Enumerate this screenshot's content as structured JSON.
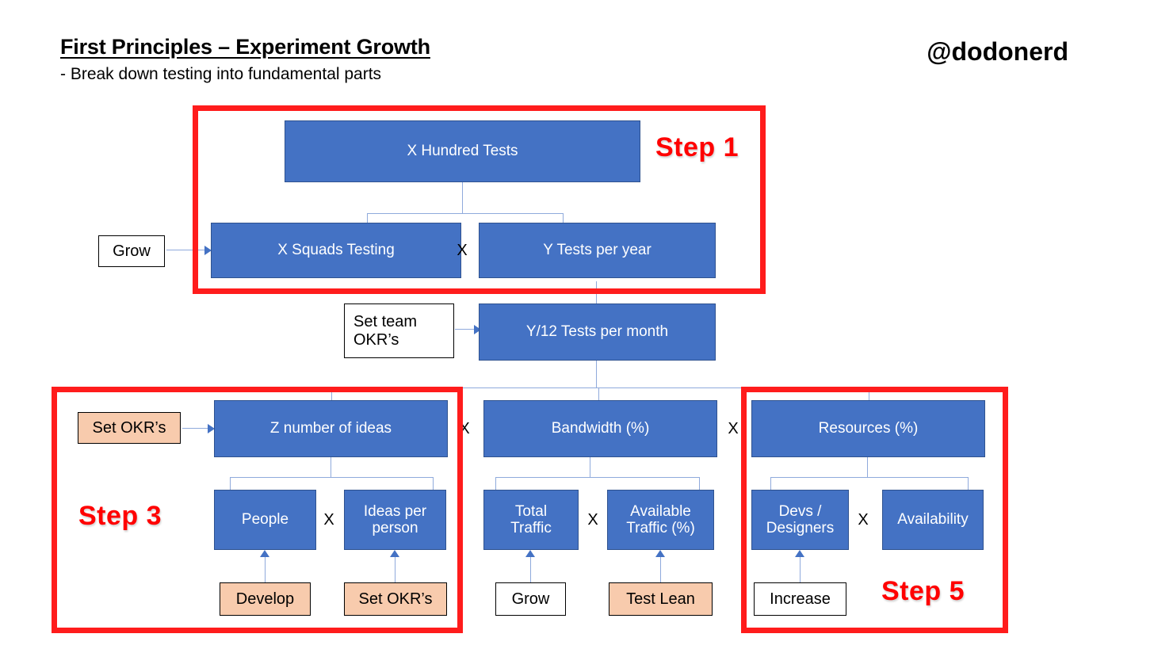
{
  "header": {
    "title": "First Principles – Experiment Growth",
    "subtitle": "- Break down testing into fundamental parts",
    "handle": "@dodonerd"
  },
  "colors": {
    "node_blue": "#4472C4",
    "node_blue_border": "#2F528F",
    "node_peach": "#F8CBAD",
    "node_white": "#FFFFFF",
    "connector": "#8FAADC",
    "highlight_red": "#FF1C1C",
    "step_label_red": "#FF0000"
  },
  "nodes": {
    "root": "X Hundred Tests",
    "squads": "X Squads Testing",
    "tests_per_year": "Y Tests per year",
    "tests_per_month": "Y/12 Tests per month",
    "ideas": "Z number of ideas",
    "bandwidth": "Bandwidth (%)",
    "resources": "Resources (%)",
    "people": "People",
    "ideas_per_person": "Ideas per\nperson",
    "total_traffic": "Total\nTraffic",
    "available_traffic": "Available\nTraffic (%)",
    "devs_designers": "Devs /\nDesigners",
    "availability": "Availability"
  },
  "actions": {
    "grow_squads": "Grow",
    "set_team_okrs": "Set team\nOKR’s",
    "set_okrs_ideas": "Set OKR’s",
    "develop_people": "Develop",
    "set_okrs_ideas_per_person": "Set OKR’s",
    "grow_traffic": "Grow",
    "test_lean": "Test Lean",
    "increase_devs": "Increase"
  },
  "operators": {
    "mult_top": "X",
    "mult_ideas": "X",
    "mult_bandwidth": "X",
    "mult_people": "X",
    "mult_traffic": "X",
    "mult_devs": "X"
  },
  "steps": {
    "step1": "Step 1",
    "step3": "Step 3",
    "step5": "Step 5"
  }
}
